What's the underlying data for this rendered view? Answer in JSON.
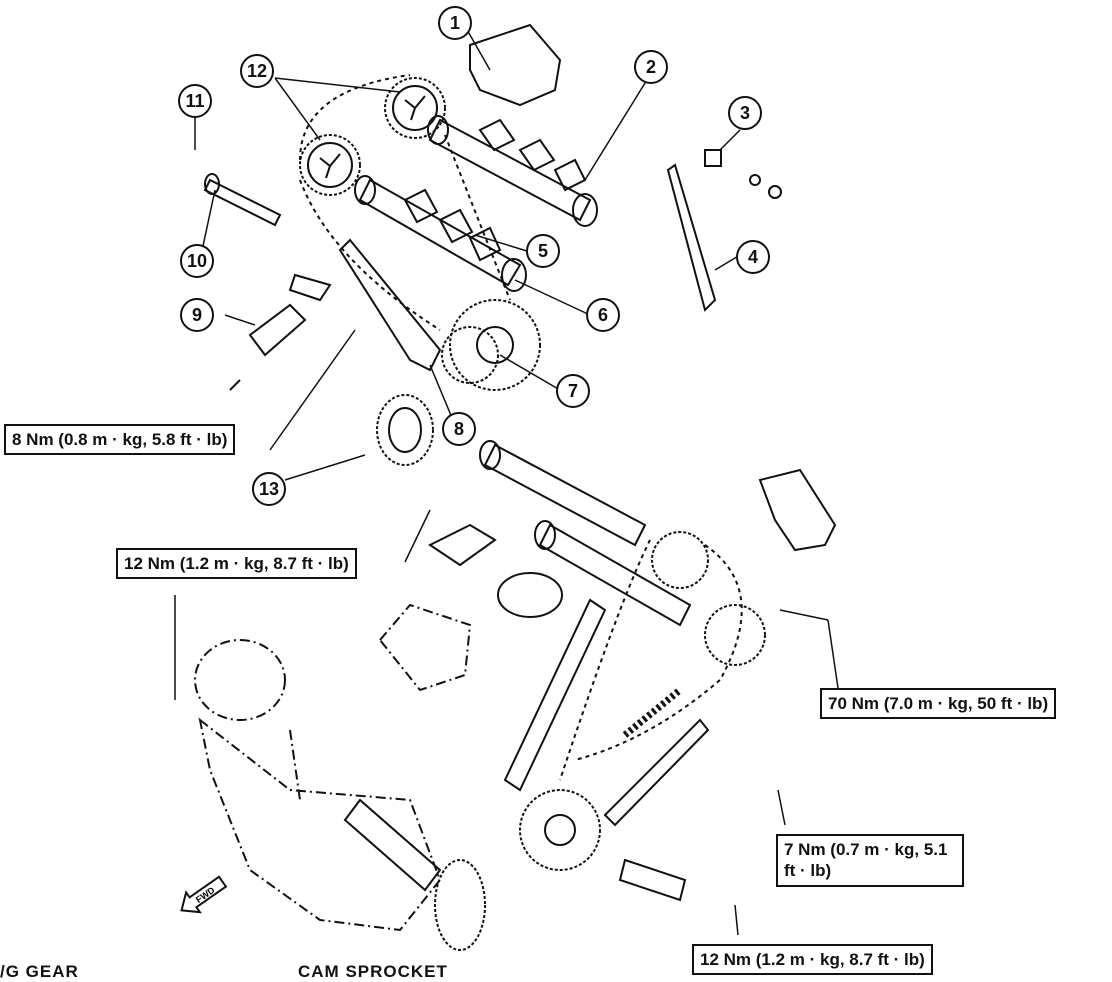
{
  "callouts": [
    "1",
    "2",
    "3",
    "4",
    "5",
    "6",
    "7",
    "8",
    "9",
    "10",
    "11",
    "12",
    "13"
  ],
  "torque_specs": {
    "t8": "8 Nm (0.8 m · kg, 5.8 ft · lb)",
    "t12a": "12 Nm (1.2 m · kg, 8.7 ft · lb)",
    "t70": "70 Nm (7.0 m · kg, 50 ft · lb)",
    "t7": "7 Nm (0.7 m · kg, 5.1 ft · lb)",
    "t12b": "12 Nm (1.2 m · kg, 8.7 ft · lb)"
  },
  "fwd_label": "FWD",
  "footer": {
    "left": "/G GEAR",
    "right": "CAM SPROCKET"
  }
}
